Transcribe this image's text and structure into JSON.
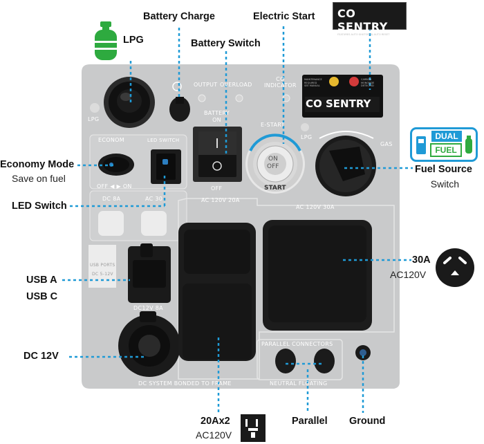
{
  "callouts": {
    "lpg": "LPG",
    "battery_charge": "Battery Charge",
    "electric_start": "Electric Start",
    "battery_switch": "Battery Switch",
    "economy_mode": "Economy Mode",
    "economy_mode_sub": "Save on fuel",
    "led_switch": "LED Switch",
    "fuel_source": "Fuel Source",
    "fuel_source_sub": "Switch",
    "usb_a": "USB A",
    "usb_c": "USB C",
    "thirty_a": "30A",
    "thirty_a_sub": "AC120V",
    "dc_12v": "DC 12V",
    "twenty_a": "20Ax2",
    "twenty_a_sub": "AC120V",
    "parallel": "Parallel",
    "ground": "Ground"
  },
  "logos": {
    "co_sentry": "CO SENTRY",
    "co_sentry_tagline": "FEATURES AUTO SHUTOFF & AUTO RESET",
    "dual": "DUAL",
    "fuel": "FUEL"
  },
  "panel": {
    "output": "OUTPUT",
    "overload": "OVERLOAD",
    "co_indicator": "CO\nINDICATOR",
    "battery_on": "BATTERY\nON",
    "off": "OFF",
    "e_start": "E-START",
    "on": "ON",
    "off_btn": "OFF",
    "start": "START",
    "lpg": "LPG",
    "gas": "GAS",
    "econom": "ECONOM",
    "led_switch": "LED SWITCH",
    "off_on": "OFF ◀ ▶ ON",
    "dc_8a": "DC 8A",
    "ac_30": "AC 30",
    "ac_120v_20a": "AC 120V 20A",
    "ac_120v_30a": "AC 120V 30A",
    "usb_ports": "USB PORTS",
    "dc_5_12v": "DC 5-12V",
    "dc_12v_8a": "DC12V 8A",
    "parallel_connectors": "PARALLEL CONNECTORS",
    "neutral_floating": "NEUTRAL FLOATING",
    "dc_system": "DC SYSTEM BONDED TO FRAME",
    "maintenance": "MAINTENANCE\nREQUIRED\nSEE MANUAL",
    "carbon": "CARBON\nMONOXIDE\nDETECTED"
  },
  "colors": {
    "panel": "#c9cacb",
    "panel_light": "#d8d9da",
    "accent_blue": "#1f9ad6",
    "lpg_green": "#2eaa3f",
    "dark": "#1b1b1b"
  }
}
